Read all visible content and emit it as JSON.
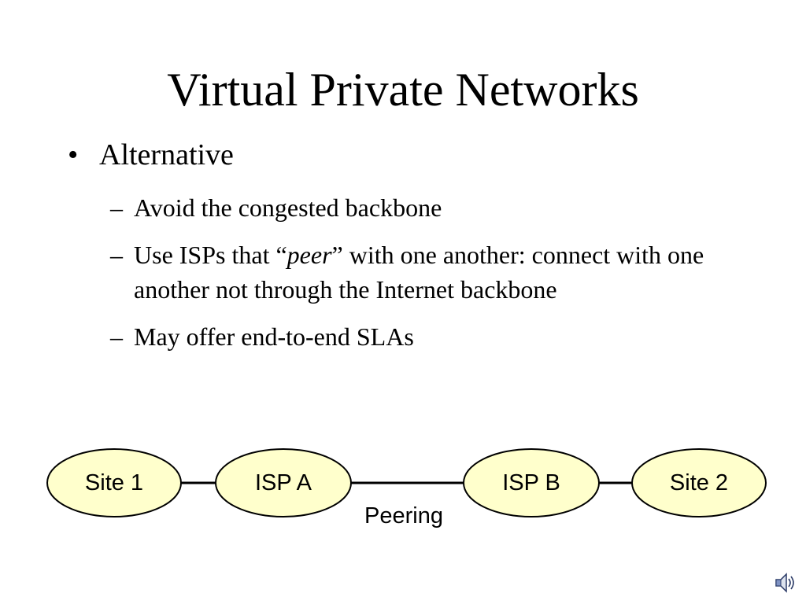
{
  "slide": {
    "title": "Virtual Private Networks",
    "bullets": [
      {
        "marker": "•",
        "text": "Alternative",
        "subitems": [
          {
            "marker": "–",
            "parts": [
              {
                "text": "Avoid the congested backbone"
              }
            ]
          },
          {
            "marker": "–",
            "parts": [
              {
                "text": "Use ISPs that “"
              },
              {
                "text": "peer",
                "italic": true
              },
              {
                "text": "” with one another: connect with one another not through the Internet backbone"
              }
            ]
          },
          {
            "marker": "–",
            "parts": [
              {
                "text": "May offer end-to-end SLAs"
              }
            ]
          }
        ]
      }
    ]
  },
  "diagram": {
    "node_fill": "#ffffcc",
    "node_stroke": "#000000",
    "nodes": [
      {
        "label": "Site 1"
      },
      {
        "label": "ISP A"
      },
      {
        "label": "ISP B"
      },
      {
        "label": "Site 2"
      }
    ],
    "link_label": "Peering"
  },
  "icons": {
    "speaker": "speaker-icon"
  }
}
